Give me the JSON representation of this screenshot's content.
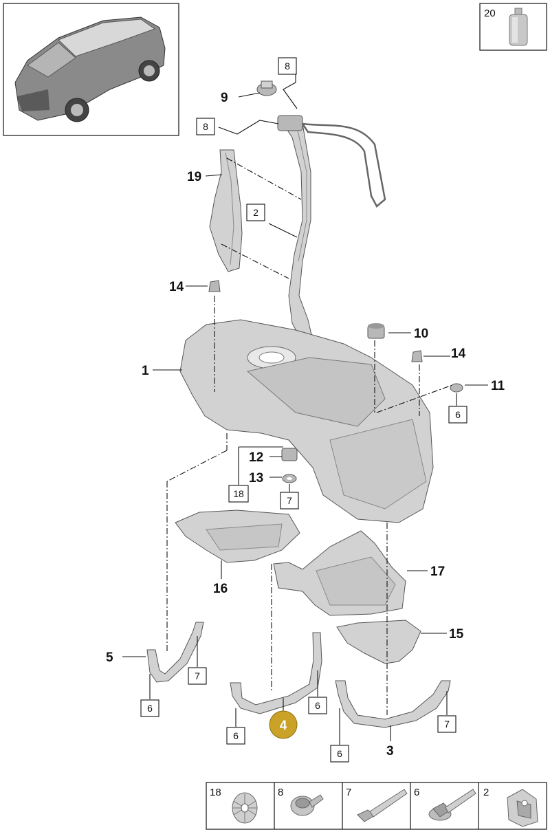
{
  "callouts": [
    {
      "id": "c9",
      "label": "9"
    },
    {
      "id": "c19",
      "label": "19"
    },
    {
      "id": "c14a",
      "label": "14"
    },
    {
      "id": "c1",
      "label": "1"
    },
    {
      "id": "c10",
      "label": "10"
    },
    {
      "id": "c14b",
      "label": "14"
    },
    {
      "id": "c11",
      "label": "11"
    },
    {
      "id": "c12",
      "label": "12"
    },
    {
      "id": "c13",
      "label": "13"
    },
    {
      "id": "c16",
      "label": "16"
    },
    {
      "id": "c17",
      "label": "17"
    },
    {
      "id": "c15",
      "label": "15"
    },
    {
      "id": "c5",
      "label": "5"
    },
    {
      "id": "c3",
      "label": "3"
    }
  ],
  "boxed_refs": [
    {
      "id": "b8a",
      "label": "8"
    },
    {
      "id": "b8b",
      "label": "8"
    },
    {
      "id": "b2",
      "label": "2"
    },
    {
      "id": "b6a",
      "label": "6"
    },
    {
      "id": "b18",
      "label": "18"
    },
    {
      "id": "b7a",
      "label": "7"
    },
    {
      "id": "b7b",
      "label": "7"
    },
    {
      "id": "b6b",
      "label": "6"
    },
    {
      "id": "b6c",
      "label": "6"
    },
    {
      "id": "b6d",
      "label": "6"
    },
    {
      "id": "b6e",
      "label": "6"
    },
    {
      "id": "b7c",
      "label": "7"
    }
  ],
  "highlighted_callout": {
    "label": "4",
    "color": "#c9a227"
  },
  "inset_part": {
    "label": "20"
  },
  "legend": [
    {
      "label": "18",
      "icon": "push-clip-icon"
    },
    {
      "label": "8",
      "icon": "flange-screw-icon"
    },
    {
      "label": "7",
      "icon": "hex-bolt-icon"
    },
    {
      "label": "6",
      "icon": "hex-bolt-washer-icon"
    },
    {
      "label": "2",
      "icon": "clip-nut-icon"
    }
  ]
}
